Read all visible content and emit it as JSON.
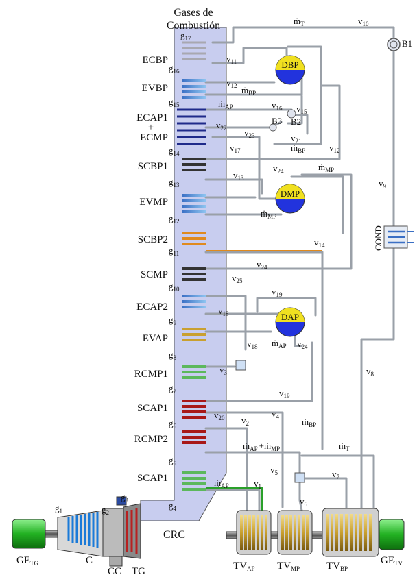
{
  "title_line1": "Gases de",
  "title_line2": "Combustión",
  "plus": "+",
  "sections": [
    "ECBP",
    "EVBP",
    "ECAP1",
    "ECMP",
    "SCBP1",
    "EVMP",
    "SCBP2",
    "SCMP",
    "ECAP2",
    "EVAP",
    "RCMP1",
    "SCAP1",
    "RCMP2",
    "SCAP1"
  ],
  "gas_points": [
    {
      "b": "g",
      "s": "17"
    },
    {
      "b": "g",
      "s": "16"
    },
    {
      "b": "g",
      "s": "15"
    },
    {
      "b": "g",
      "s": "14"
    },
    {
      "b": "g",
      "s": "13"
    },
    {
      "b": "g",
      "s": "12"
    },
    {
      "b": "g",
      "s": "11"
    },
    {
      "b": "g",
      "s": "10"
    },
    {
      "b": "g",
      "s": "9"
    },
    {
      "b": "g",
      "s": "8"
    },
    {
      "b": "g",
      "s": "7"
    },
    {
      "b": "g",
      "s": "6"
    },
    {
      "b": "g",
      "s": "5"
    },
    {
      "b": "g",
      "s": "4"
    },
    {
      "b": "g",
      "s": "1"
    },
    {
      "b": "g",
      "s": "2"
    },
    {
      "b": "g",
      "s": "3"
    }
  ],
  "streams": [
    {
      "b": "v",
      "s": "10"
    },
    {
      "b": "v",
      "s": "11"
    },
    {
      "b": "v",
      "s": "12"
    },
    {
      "b": "v",
      "s": "16"
    },
    {
      "b": "v",
      "s": "15"
    },
    {
      "b": "v",
      "s": "22"
    },
    {
      "b": "v",
      "s": "23"
    },
    {
      "b": "v",
      "s": "21"
    },
    {
      "b": "v",
      "s": "12"
    },
    {
      "b": "v",
      "s": "17"
    },
    {
      "b": "v",
      "s": "24"
    },
    {
      "b": "v",
      "s": "13"
    },
    {
      "b": "v",
      "s": "9"
    },
    {
      "b": "v",
      "s": "14"
    },
    {
      "b": "v",
      "s": "24"
    },
    {
      "b": "v",
      "s": "25"
    },
    {
      "b": "v",
      "s": "19"
    },
    {
      "b": "v",
      "s": "18"
    },
    {
      "b": "v",
      "s": "18"
    },
    {
      "b": "v",
      "s": "24"
    },
    {
      "b": "v",
      "s": "3"
    },
    {
      "b": "v",
      "s": "8"
    },
    {
      "b": "v",
      "s": "19"
    },
    {
      "b": "v",
      "s": "20"
    },
    {
      "b": "v",
      "s": "2"
    },
    {
      "b": "v",
      "s": "4"
    },
    {
      "b": "v",
      "s": "5"
    },
    {
      "b": "v",
      "s": "7"
    },
    {
      "b": "v",
      "s": "6"
    },
    {
      "b": "v",
      "s": "1"
    }
  ],
  "flows": [
    {
      "b": "ṁ",
      "s": "T"
    },
    {
      "b": "ṁ",
      "s": "BP"
    },
    {
      "b": "ṁ",
      "s": "AP"
    },
    {
      "b": "ṁ",
      "s": "BP"
    },
    {
      "b": "ṁ",
      "s": "MP"
    },
    {
      "b": "ṁ",
      "s": "MP"
    },
    {
      "b": "ṁ",
      "s": "AP"
    },
    {
      "b": "ṁ",
      "s": "BP"
    },
    {
      "b": "ṁ",
      "s": "T"
    },
    {
      "b": "ṁ",
      "s": "AP"
    }
  ],
  "flow_combo": {
    "a": "ṁ",
    "as": "AP",
    "plus": "+",
    "b": "ṁ",
    "bs": "MP"
  },
  "drums": {
    "dbp": "DBP",
    "dmp": "DMP",
    "dap": "DAP"
  },
  "nodes": {
    "b1": "B1",
    "b2": "B2",
    "b3": "B3"
  },
  "cond": "COND",
  "equipment": {
    "ge_tg": {
      "b": "GE",
      "s": "TG"
    },
    "compressor": "C",
    "cc": "CC",
    "tg": "TG",
    "crc": "CRC",
    "tv_ap": {
      "b": "TV",
      "s": "AP"
    },
    "tv_mp": {
      "b": "TV",
      "s": "MP"
    },
    "tv_bp": {
      "b": "TV",
      "s": "BP"
    },
    "ge_tv": {
      "b": "GE",
      "s": "TV"
    }
  }
}
